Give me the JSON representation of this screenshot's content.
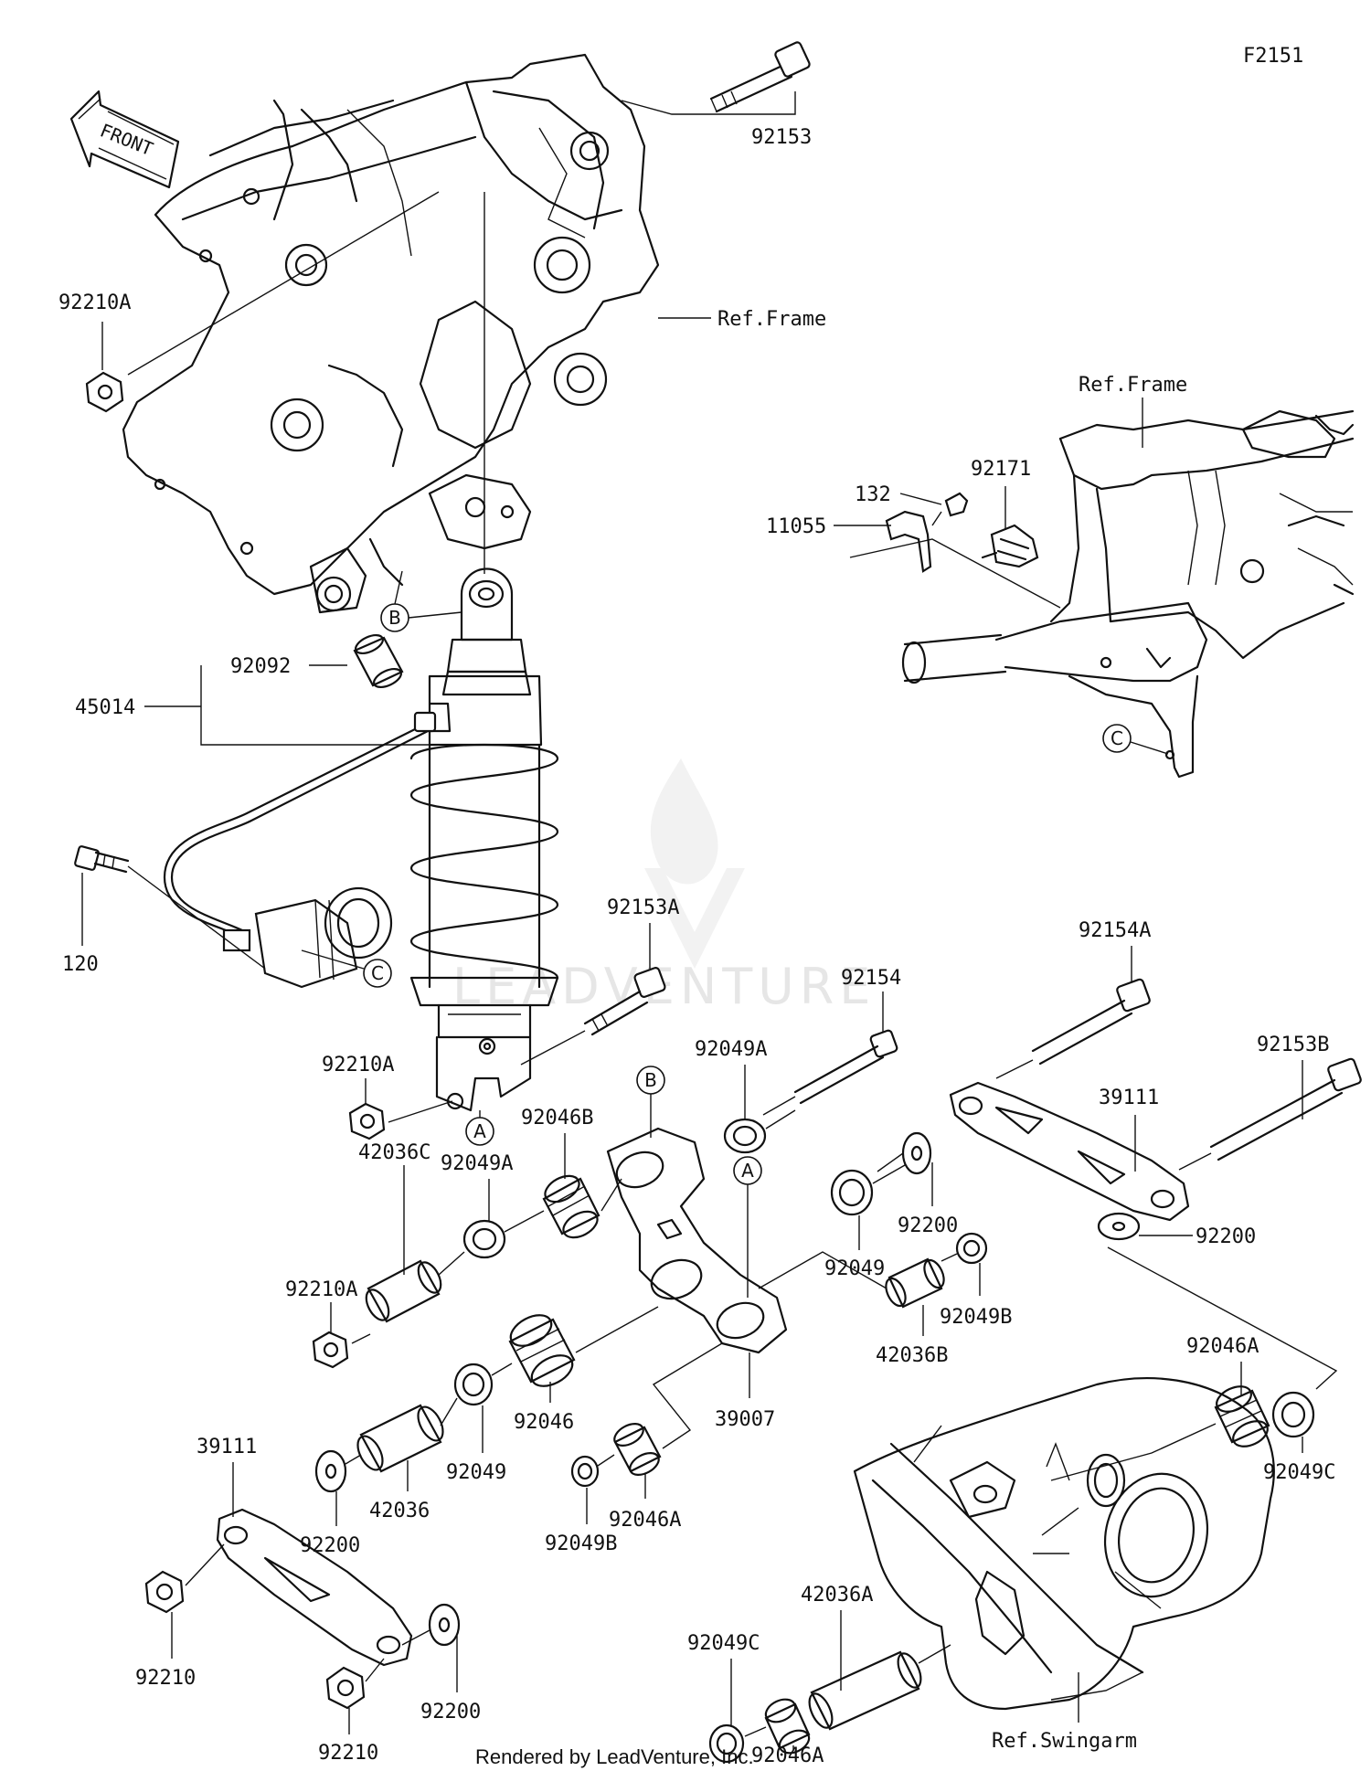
{
  "diagram_code": "F2151",
  "front_label": "FRONT",
  "watermark": "LEADVENTURE",
  "footer": "Rendered by LeadVenture, Inc.",
  "callouts": {
    "A": "A",
    "B": "B",
    "C": "C"
  },
  "parts": {
    "p92153": "92153",
    "p92210A_top": "92210A",
    "ref_frame_main": "Ref.Frame",
    "ref_frame_inset": "Ref.Frame",
    "p132": "132",
    "p92171": "92171",
    "p11055": "11055",
    "p92092": "92092",
    "p45014": "45014",
    "p120": "120",
    "p92153A": "92153A",
    "p92154": "92154",
    "p92154A": "92154A",
    "p92153B": "92153B",
    "p92210A_mid": "92210A",
    "p92049A_right": "92049A",
    "p39111_right": "39111",
    "p92046B": "92046B",
    "p92049A_left": "92049A",
    "p42036C": "42036C",
    "p92200_mid": "92200",
    "p92200_right": "92200",
    "p92049": "92049",
    "p92210A_low": "92210A",
    "p92049B_right": "92049B",
    "p42036B": "42036B",
    "p39007": "39007",
    "p92046": "92046",
    "p92046A_right": "92046A",
    "p92049C_right": "92049C",
    "p39111_left": "39111",
    "p42036": "42036",
    "p92049_low": "92049",
    "p92046A_mid": "92046A",
    "p92049B_low": "92049B",
    "p92200_left": "92200",
    "p92210_top": "92210",
    "p42036A": "42036A",
    "p92049C_low": "92049C",
    "p92200_low": "92200",
    "p92210_low": "92210",
    "p92046A_low": "92046A",
    "ref_swingarm": "Ref.Swingarm"
  }
}
